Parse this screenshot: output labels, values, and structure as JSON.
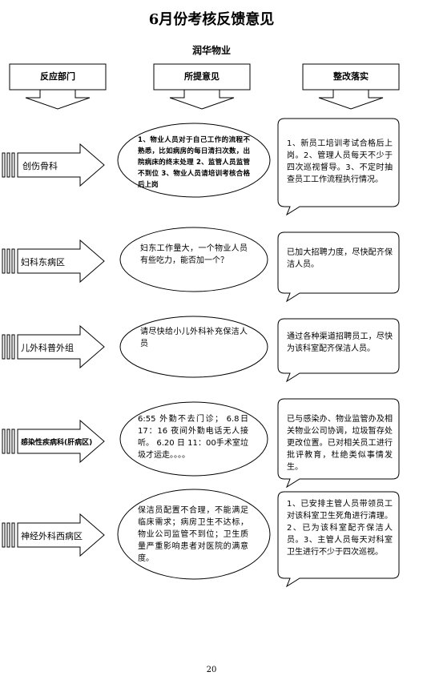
{
  "title": "6月份考核反馈意见",
  "subtitle": "润华物业",
  "headers": {
    "department": "反应部门",
    "opinions": "所提意见",
    "rectification": "整改落实"
  },
  "rows": [
    {
      "department": "创伤骨科",
      "opinion": "1、物业人员对于自己工作的流程不熟悉，比如病房的每日清扫次数，出院病床的终末处理 2、监管人员监管不到位 3、物业人员请培训考核合格后上岗",
      "action": "1、新员工培训考试合格后上岗。2、管理人员每天不少于四次巡视督导。3、不定时抽查员工工作流程执行情况。"
    },
    {
      "department": "妇科东病区",
      "opinion": "妇东工作量大，一个物业人员有些吃力，能否加一个？",
      "action": "已加大招聘力度，尽快配齐保洁人员。"
    },
    {
      "department": "儿外科普外组",
      "opinion": "请尽快给小儿外科补充保洁人员",
      "action": "通过各种渠道招聘员工，尽快为该科室配齐保洁人员。"
    },
    {
      "department": "感染性疾病科(肝病区)",
      "opinion": "6:55 外勤不去门诊； 6.8日 17：16 夜间外勤电话无人接听。 6.20 日 11：00手术室垃圾才运走。。。。",
      "action": "已与感染办、物业监管办及相关物业公司协调，垃圾暂存处更改位置。已对相关员工进行批评教育，杜绝类似事情发生。"
    },
    {
      "department": "神经外科西病区",
      "opinion": "保洁员配置不合理，不能满足临床需求；病房卫生不达标，物业公司监管不到位；卫生质量严重影响患者对医院的满意度。",
      "action": "1、已安排主管人员带领员工对该科室卫生死角进行清理。2、已为该科室配齐保洁人员。3、主管人员每天对科室卫生进行不少于四次巡视。"
    }
  ],
  "page_number": "20"
}
